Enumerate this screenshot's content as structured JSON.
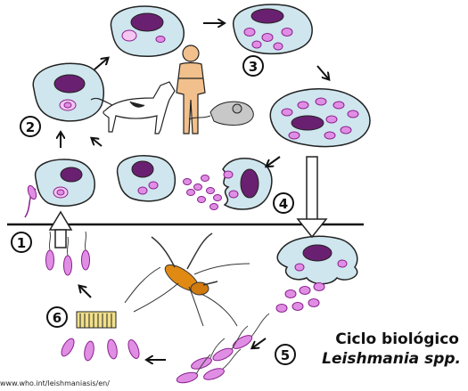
{
  "title_line1": "Ciclo biológico",
  "title_line2_genus": "Leishmania",
  "title_line2_species": " spp.",
  "source_url": "www.who.int/leishmaniasis/en/",
  "steps": [
    "1",
    "2",
    "3",
    "4",
    "5",
    "6"
  ],
  "colors": {
    "cell": "#cfe6ee",
    "nucleus": "#6a2070",
    "amastigote": "#e08ee4",
    "amastigote_dark": "#8a1f8e",
    "sandfly": "#e08a14",
    "ground_line": "#111111"
  }
}
